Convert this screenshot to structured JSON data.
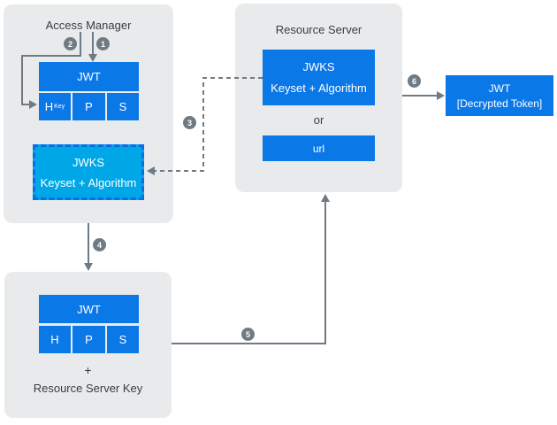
{
  "colors": {
    "panel_bg": "#e9eaeb",
    "box_blue": "#0b78e8",
    "jwks_cyan": "#00a7e7",
    "jwks_dash_border": "#0b6ce8",
    "connector_gray": "#6e7b85",
    "text_dark": "#373d47",
    "text_white": "#ffffff"
  },
  "access_manager": {
    "title": "Access Manager",
    "jwt_box": {
      "label": "JWT",
      "cells": [
        {
          "main": "H",
          "sub": "Key"
        },
        {
          "main": "P",
          "sub": ""
        },
        {
          "main": "S",
          "sub": ""
        }
      ]
    },
    "jwks_box": {
      "line1": "JWKS",
      "line2": "Keyset + Algorithm"
    }
  },
  "resource_server": {
    "title": "Resource Server",
    "jwks_box": {
      "line1": "JWKS",
      "line2": "Keyset + Algorithm"
    },
    "or_label": "or",
    "url_box": {
      "label": "url"
    }
  },
  "resource_server_key_panel": {
    "jwt_box": {
      "label": "JWT",
      "cells": [
        {
          "main": "H",
          "sub": ""
        },
        {
          "main": "P",
          "sub": ""
        },
        {
          "main": "S",
          "sub": ""
        }
      ]
    },
    "plus_label": "+",
    "caption": "Resource Server Key"
  },
  "decrypted_box": {
    "line1": "JWT",
    "line2": "[Decrypted Token]"
  },
  "steps": [
    {
      "num": "1"
    },
    {
      "num": "2"
    },
    {
      "num": "3"
    },
    {
      "num": "4"
    },
    {
      "num": "5"
    },
    {
      "num": "6"
    }
  ]
}
